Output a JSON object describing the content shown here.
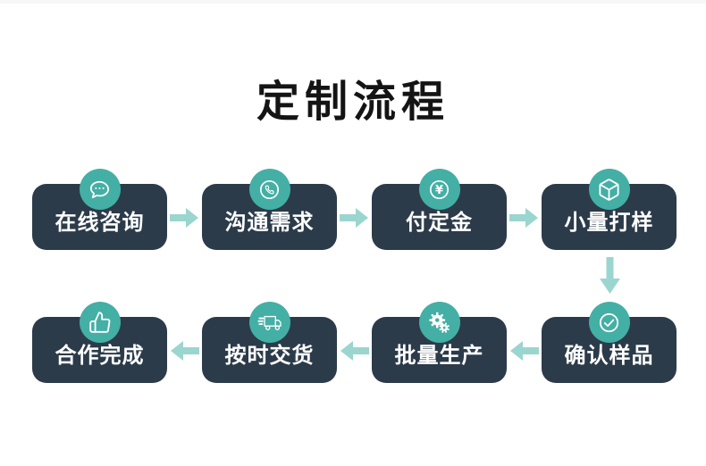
{
  "title": "定制流程",
  "steps": [
    {
      "label": "在线咨询",
      "icon": "chat-icon"
    },
    {
      "label": "沟通需求",
      "icon": "phone-icon"
    },
    {
      "label": "付定金",
      "icon": "yuan-icon"
    },
    {
      "label": "小量打样",
      "icon": "cube-icon"
    },
    {
      "label": "确认样品",
      "icon": "check-circle-icon"
    },
    {
      "label": "批量生产",
      "icon": "gears-icon"
    },
    {
      "label": "按时交货",
      "icon": "truck-icon"
    },
    {
      "label": "合作完成",
      "icon": "thumbs-up-icon"
    }
  ],
  "yuan_symbol": "¥",
  "flow": {
    "row1_direction": "right",
    "row2_direction": "left",
    "connector": "down"
  },
  "colors": {
    "box": "#2c3b4a",
    "badge": "#44afa5",
    "arrow": "#9bd5cf",
    "title": "#141414",
    "label": "#ffffff",
    "background": "#ffffff"
  }
}
